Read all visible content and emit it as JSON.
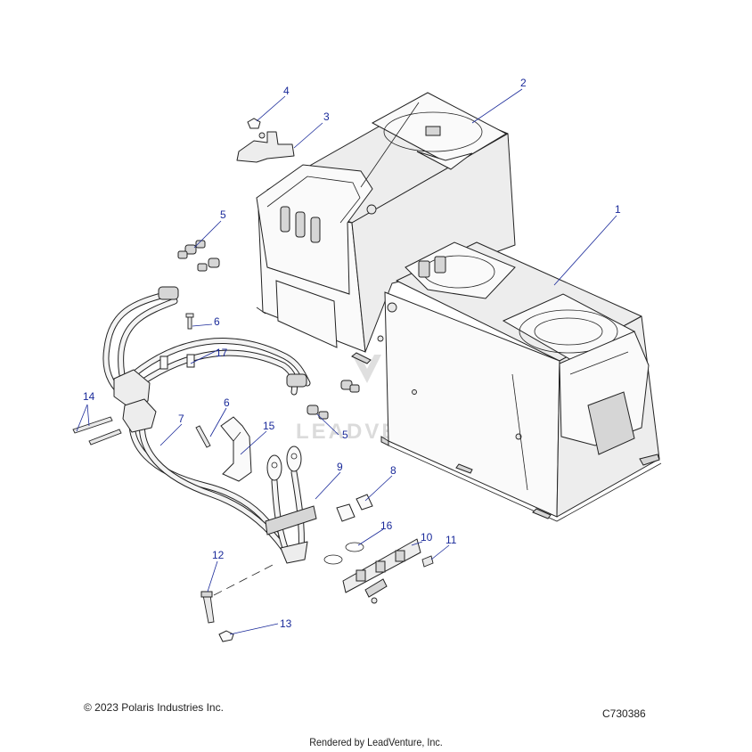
{
  "callouts": {
    "c1": "1",
    "c2": "2",
    "c3": "3",
    "c4": "4",
    "c5a": "5",
    "c5b": "5",
    "c6a": "6",
    "c6b": "6",
    "c7": "7",
    "c8": "8",
    "c9": "9",
    "c10": "10",
    "c11": "11",
    "c12": "12",
    "c13": "13",
    "c14": "14",
    "c15": "15",
    "c16": "16",
    "c17": "17"
  },
  "watermark": "LEADVENTURE",
  "copyright": "© 2023 Polaris Industries Inc.",
  "diagram_code": "C730386",
  "rendered_by": "Rendered by LeadVenture, Inc.",
  "colors": {
    "callout": "#1a2a9a",
    "line": "#222222",
    "fill": "#ededed"
  }
}
